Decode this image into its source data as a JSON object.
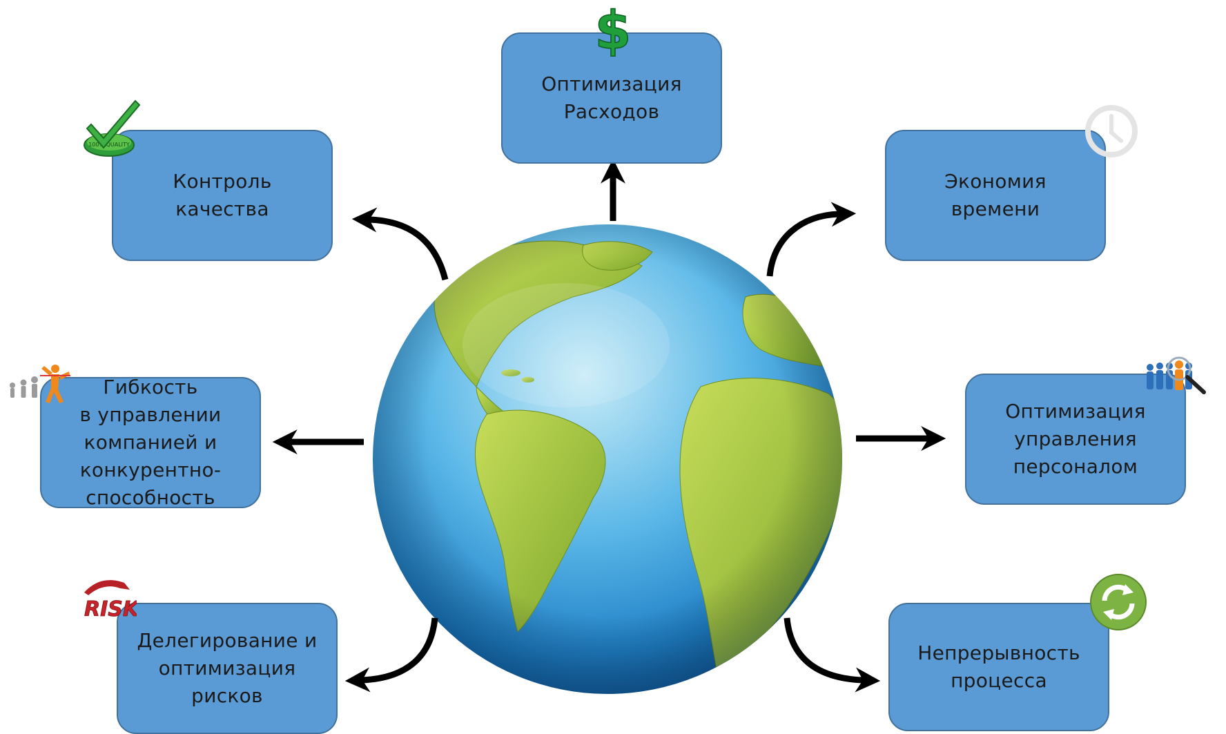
{
  "boxes": {
    "cost": {
      "lines": [
        "Оптимизация",
        "Расходов"
      ]
    },
    "quality": {
      "lines": [
        "Контроль",
        "качества"
      ]
    },
    "time": {
      "lines": [
        "Экономия",
        "времени"
      ]
    },
    "flex": {
      "lines": [
        "Гибкость",
        "в управлении",
        "компанией и",
        "конкурентно-",
        "способность"
      ]
    },
    "staff": {
      "lines": [
        "Оптимизация",
        "управления",
        "персоналом"
      ]
    },
    "risk": {
      "lines": [
        "Делегирование и",
        "оптимизация",
        "рисков"
      ]
    },
    "continuity": {
      "lines": [
        "Непрерывность",
        "процесса"
      ]
    }
  },
  "icons": {
    "dollar": "$",
    "quality_badge": "100% QUALITY",
    "risk": "RISK"
  },
  "colors": {
    "box_fill": "#5b9bd5",
    "box_border": "#41719c",
    "arrow": "#000000",
    "ocean": "#2b8fd6",
    "land": "#9cc23a",
    "dollar_green": "#1f9e3a"
  }
}
